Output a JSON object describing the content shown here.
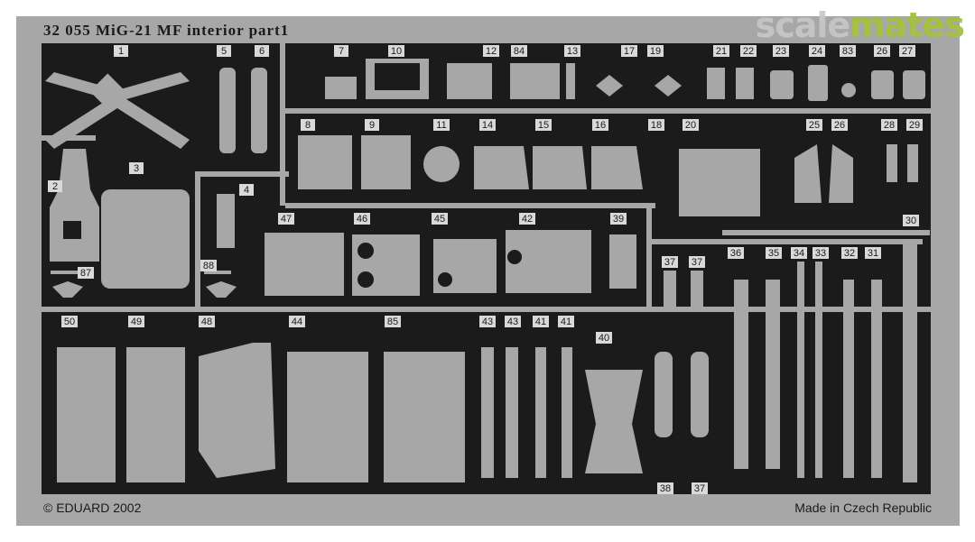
{
  "header": {
    "title": "32 055  MiG-21 MF interior   part1"
  },
  "footer": {
    "left": "© EDUARD 2002",
    "right": "Made in Czech Republic"
  },
  "watermark": {
    "part1": "scale",
    "part2": "mates",
    "color1": "#c8c8c8",
    "color2": "#a6c23a"
  },
  "colors": {
    "fret": "#a7a7a7",
    "background": "#1b1b1b",
    "page": "#ffffff"
  },
  "part_numbers": {
    "row1": [
      "1",
      "5",
      "6",
      "7",
      "10",
      "12",
      "84",
      "13",
      "17",
      "19",
      "21",
      "22",
      "23",
      "24",
      "83",
      "26",
      "27"
    ],
    "row2": [
      "8",
      "9",
      "11",
      "14",
      "15",
      "16",
      "18",
      "20",
      "25",
      "26",
      "28",
      "29",
      "2",
      "3",
      "4"
    ],
    "row3": [
      "47",
      "46",
      "45",
      "42",
      "39",
      "36",
      "35",
      "34",
      "33",
      "32",
      "31",
      "30",
      "37",
      "37",
      "87",
      "88"
    ],
    "row4": [
      "50",
      "49",
      "48",
      "44",
      "85",
      "43",
      "43",
      "41",
      "41",
      "40",
      "38",
      "37"
    ]
  }
}
